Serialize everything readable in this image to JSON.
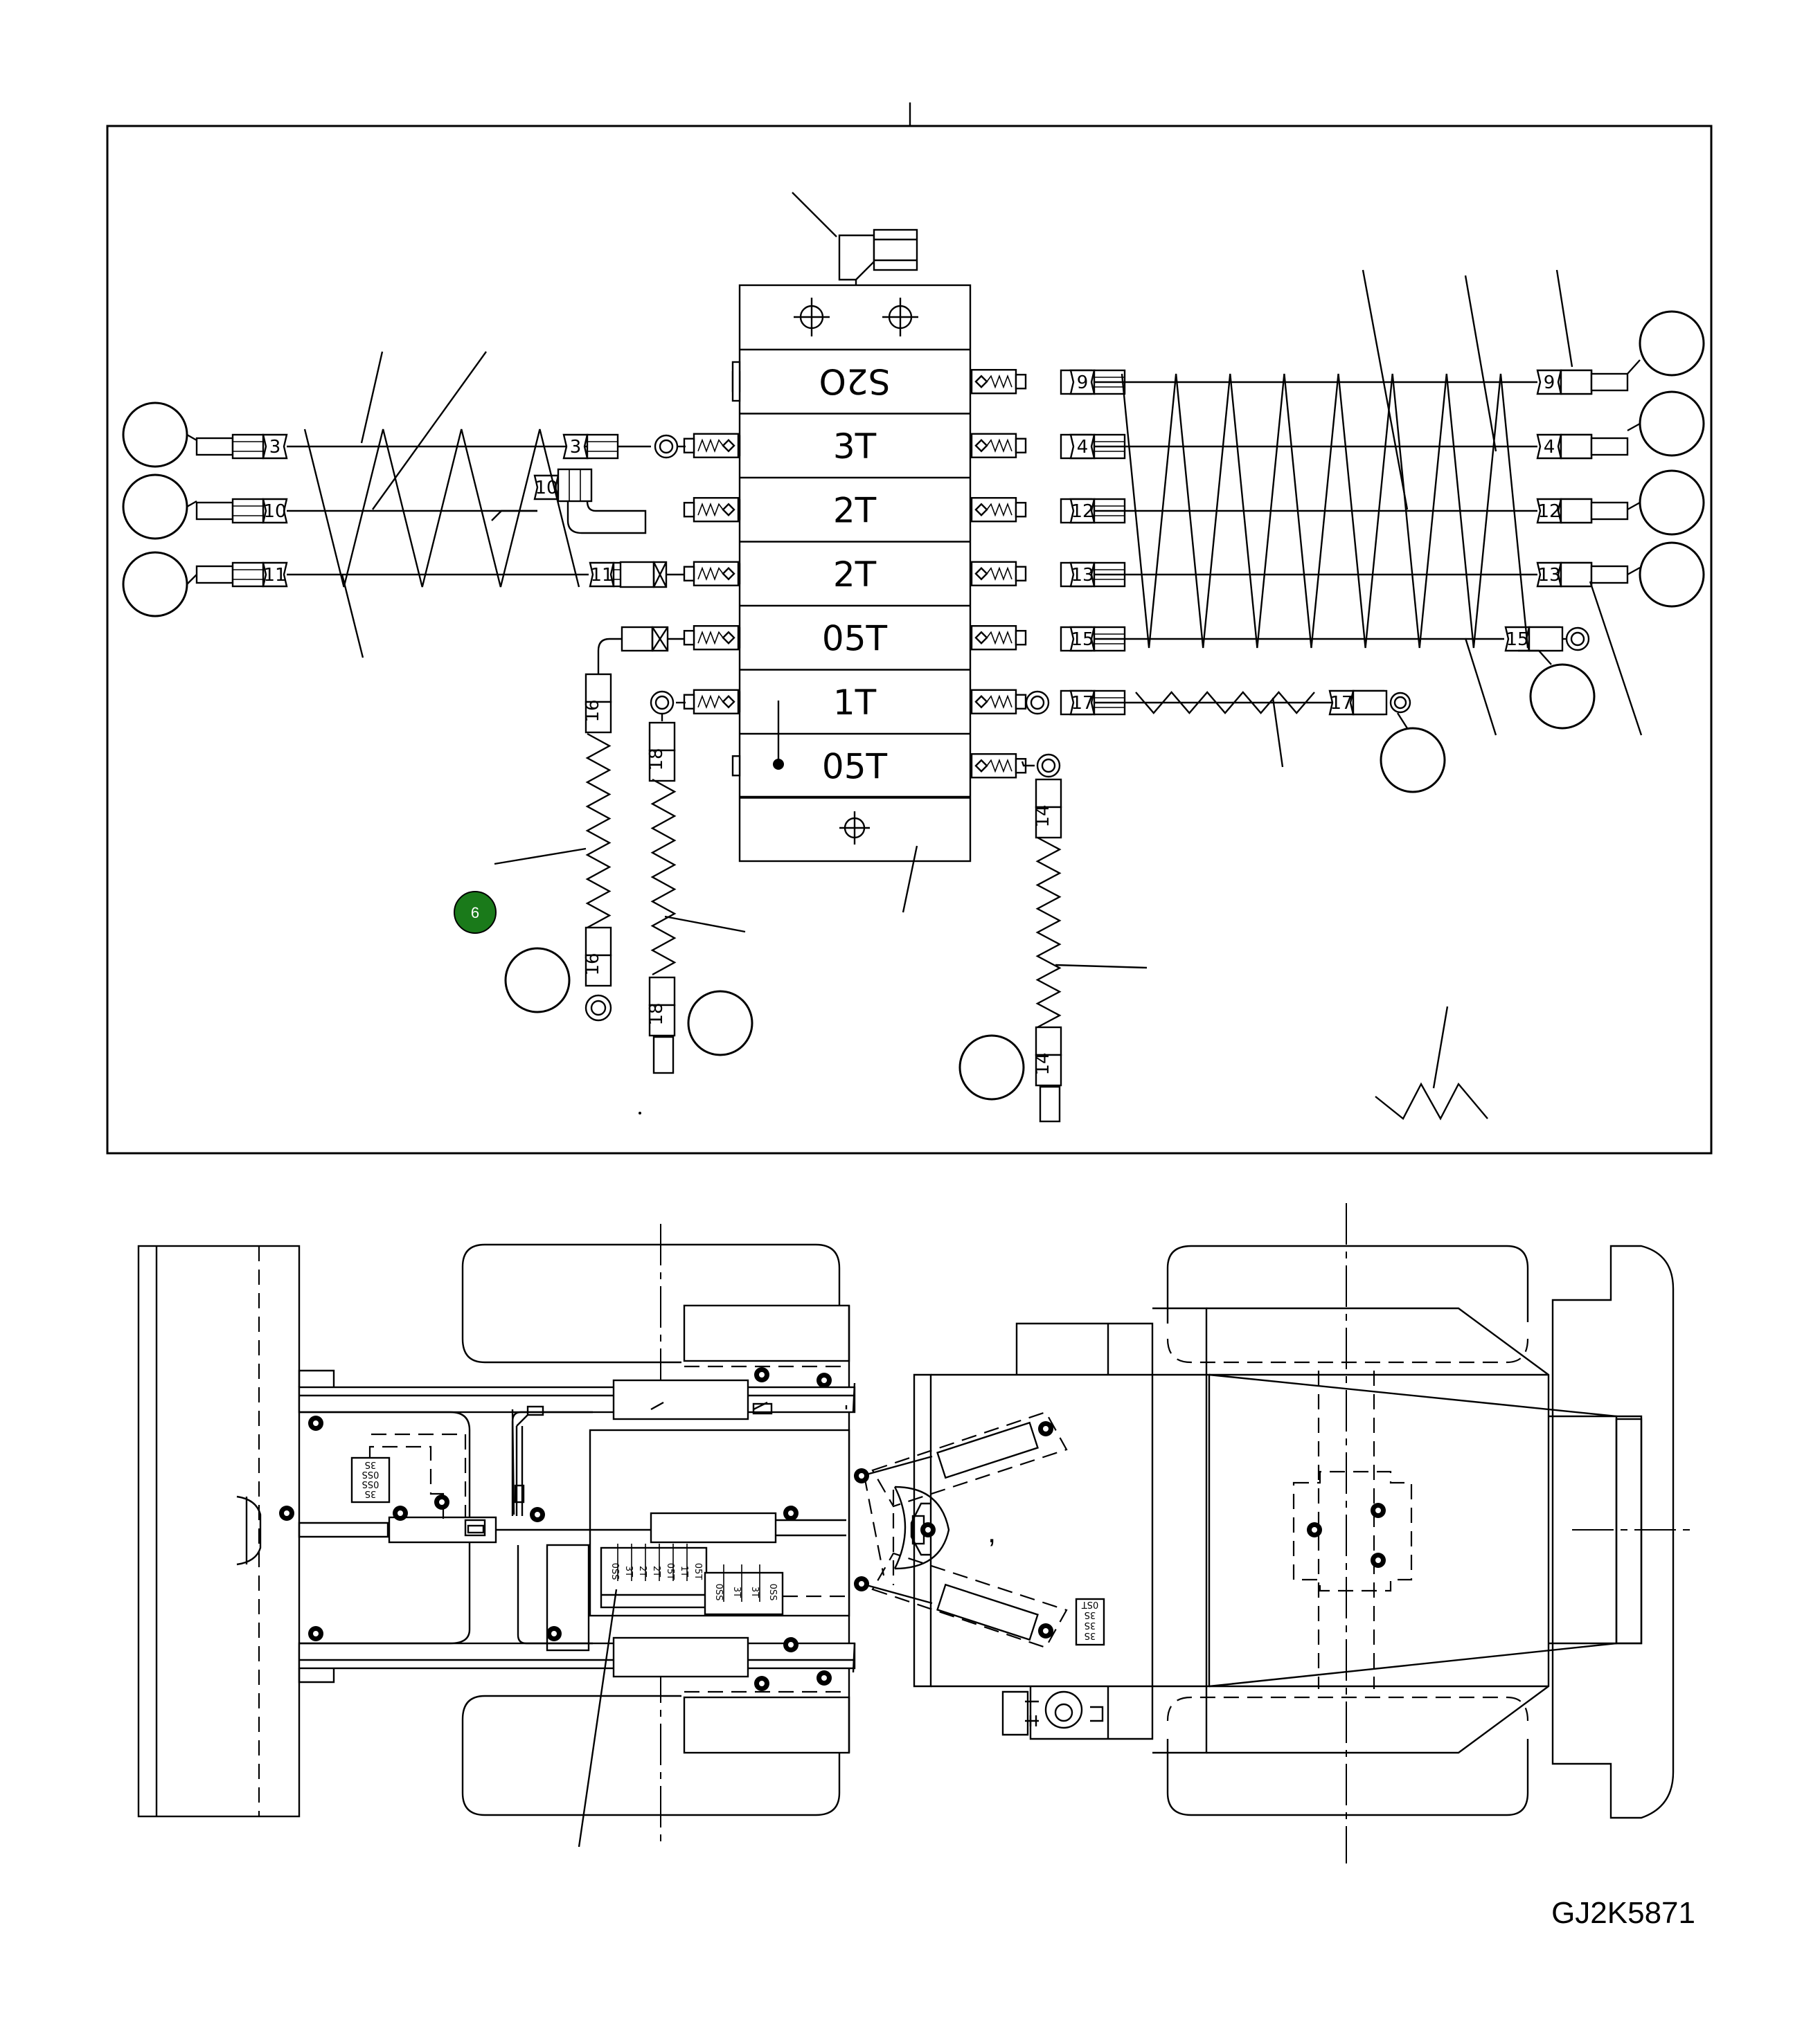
{
  "valve_sections": [
    {
      "label": "S2O",
      "rotated": true
    },
    {
      "label": "3T",
      "rotated": false
    },
    {
      "label": "2T",
      "rotated": false
    },
    {
      "label": "2T",
      "rotated": false
    },
    {
      "label": "05T",
      "rotated": false
    },
    {
      "label": "1T",
      "rotated": false
    },
    {
      "label": "05T",
      "rotated": false
    }
  ],
  "left_hoses": [
    {
      "from_num": "3",
      "to_num": "3"
    },
    {
      "from_num": "10",
      "to_num": "10"
    },
    {
      "from_num": "11",
      "to_num": "11"
    }
  ],
  "right_hoses": [
    {
      "from_num": "9",
      "to_num": "9"
    },
    {
      "from_num": "4",
      "to_num": "4"
    },
    {
      "from_num": "12",
      "to_num": "12"
    },
    {
      "from_num": "13",
      "to_num": "13"
    },
    {
      "from_num": "15",
      "to_num": "15"
    },
    {
      "from_num": "17",
      "to_num": "17"
    }
  ],
  "lower_hoses": [
    {
      "num": "16"
    },
    {
      "num": "18"
    },
    {
      "num": "14"
    }
  ],
  "small_valve_left": [
    "0SS",
    "3T",
    "2T",
    "2T",
    "05T",
    "1T",
    "05T"
  ],
  "small_valve_mid": [
    "0SS",
    "3T",
    "3T",
    "0SS"
  ],
  "small_valve_tag_left": [
    "3S",
    "0SS",
    "0SS",
    "3S"
  ],
  "small_valve_tag_right": [
    "0ST",
    "3S",
    "3S",
    "3S"
  ],
  "marker": {
    "label": "6",
    "color": "#1a7a1a"
  },
  "reference_id": "GJ2K5871",
  "tick_mark": ","
}
